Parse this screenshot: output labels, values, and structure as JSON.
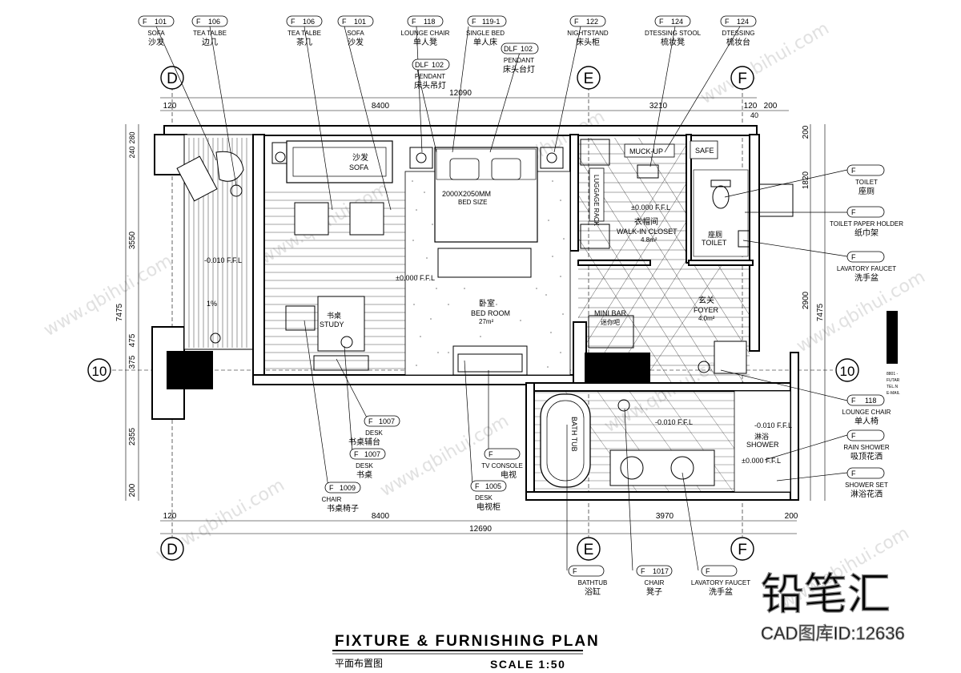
{
  "title": {
    "main": "FIXTURE & FURNISHING PLAN",
    "sub_cn": "平面布置图",
    "scale": "SCALE 1:50"
  },
  "axes": {
    "D": "D",
    "E": "E",
    "F": "F",
    "row10": "10"
  },
  "dimensions": {
    "top_total": "12090",
    "top_left": "8400",
    "top_right": "3210",
    "top_120_left": "120",
    "top_120_right": "120",
    "top_200": "200",
    "top_40": "40",
    "bottom_total": "12690",
    "bottom_left": "8400",
    "bottom_right": "3970",
    "bottom_120": "120",
    "bottom_200": "200",
    "left_7475": "7475",
    "left_3550": "3550",
    "left_475": "475",
    "left_375": "375",
    "left_2355": "2355",
    "left_200": "200",
    "left_280": "280",
    "left_240": "240",
    "right_7475": "7475",
    "right_200": "200",
    "right_1820": "1820",
    "right_2900": "2900"
  },
  "tags": [
    {
      "id": "t1",
      "code": "101",
      "en": "SOFA",
      "cn": "沙发"
    },
    {
      "id": "t2",
      "code": "106",
      "en": "TEA TALBE",
      "cn": "边几"
    },
    {
      "id": "t3",
      "code": "106",
      "en": "TEA TALBE",
      "cn": "茶几"
    },
    {
      "id": "t4",
      "code": "101",
      "en": "SOFA",
      "cn": "沙发"
    },
    {
      "id": "t5",
      "code": "118",
      "en": "LOUNGE CHAIR",
      "cn": "单人凳"
    },
    {
      "id": "t6",
      "code": "119-1",
      "en": "SINGLE BED",
      "cn": "单人床"
    },
    {
      "id": "t7",
      "code": "122",
      "en": "NIGHTSTAND",
      "cn": "床头柜"
    },
    {
      "id": "t8",
      "code": "124",
      "en": "DTESSING STOOL",
      "cn": "梳妆凳"
    },
    {
      "id": "t9",
      "code": "124",
      "en": "DTESSING",
      "cn": "梳妆台"
    },
    {
      "id": "t10",
      "code": "102",
      "en": "PENDANT",
      "cn": "床头吊灯"
    },
    {
      "id": "t11",
      "code": "102",
      "en": "PENDANT",
      "cn": "床头台灯"
    }
  ],
  "right_tags": [
    {
      "id": "r1",
      "code": "",
      "en": "TOILET",
      "cn": "座厕"
    },
    {
      "id": "r2",
      "code": "",
      "en": "TOILET PAPER HOLDER",
      "cn": "纸巾架"
    },
    {
      "id": "r3",
      "code": "",
      "en": "LAVATORY FAUCET",
      "cn": "洗手盆"
    },
    {
      "id": "r4",
      "code": "118",
      "en": "LOUNGE CHAIR",
      "cn": "单人椅"
    },
    {
      "id": "r5",
      "code": "",
      "en": "RAIN SHOWER",
      "cn": "吸顶花洒"
    },
    {
      "id": "r6",
      "code": "",
      "en": "SHOWER SET",
      "cn": "淋浴花洒"
    }
  ],
  "bottom_tags": [
    {
      "id": "b1",
      "code": "1007",
      "en": "DESK",
      "cn": "书桌辅台"
    },
    {
      "id": "b2",
      "code": "1007",
      "en": "DESK",
      "cn": "书桌"
    },
    {
      "id": "b3",
      "code": "1009",
      "en": "CHAIR",
      "cn": "书桌椅子"
    },
    {
      "id": "b4",
      "code": "",
      "en": "TV CONSOLE",
      "cn": "电视"
    },
    {
      "id": "b5",
      "code": "1005",
      "en": "DESK",
      "cn": "电视柜"
    },
    {
      "id": "b6",
      "code": "",
      "en": "BATHTUB",
      "cn": "浴缸"
    },
    {
      "id": "b7",
      "code": "1017",
      "en": "CHAIR",
      "cn": "凳子"
    },
    {
      "id": "b8",
      "code": "",
      "en": "LAVATORY FAUCET",
      "cn": "洗手盆"
    }
  ],
  "tag_prefix": "F",
  "tag_prefix_dlf": "DLF",
  "rooms": {
    "sofa_cn": "沙发",
    "sofa_en": "SOFA",
    "bed_size": "2000X2050MM",
    "bed_size2": "BED SIZE",
    "bedroom_cn": "卧室",
    "bedroom_en": "BED ROOM",
    "bedroom_area": "27m²",
    "study_cn": "书桌",
    "study_en": "STUDY",
    "closet_cn": "衣帽间",
    "closet_en": "WALK-IN CLOSET",
    "closet_area": "4.8m²",
    "toilet_cn": "座厕",
    "toilet_en": "TOILET",
    "foyer_cn": "玄关",
    "foyer_en": "FOYER",
    "foyer_area": "4.0m²",
    "minibar_en": "MINI BAR",
    "minibar_cn": "迷你吧",
    "luggage": "LUGGAGE RACK",
    "makeup": "MUCK-UP",
    "safe": "SAFE",
    "bathtub": "BATH TUB",
    "shower_cn": "淋浴",
    "shower_en": "SHOWER",
    "level_pos": "±0.000 F.F.L",
    "level_neg": "-0.010 F.F.L",
    "slope": "1%"
  },
  "brand": {
    "logo_cn": "铅笔汇",
    "caption": "CAD图库ID:12636",
    "watermark": "www.qbihui.com",
    "side_text": [
      "8801 -",
      "FUTAR",
      "TEL.N",
      "E-MAIL"
    ]
  }
}
